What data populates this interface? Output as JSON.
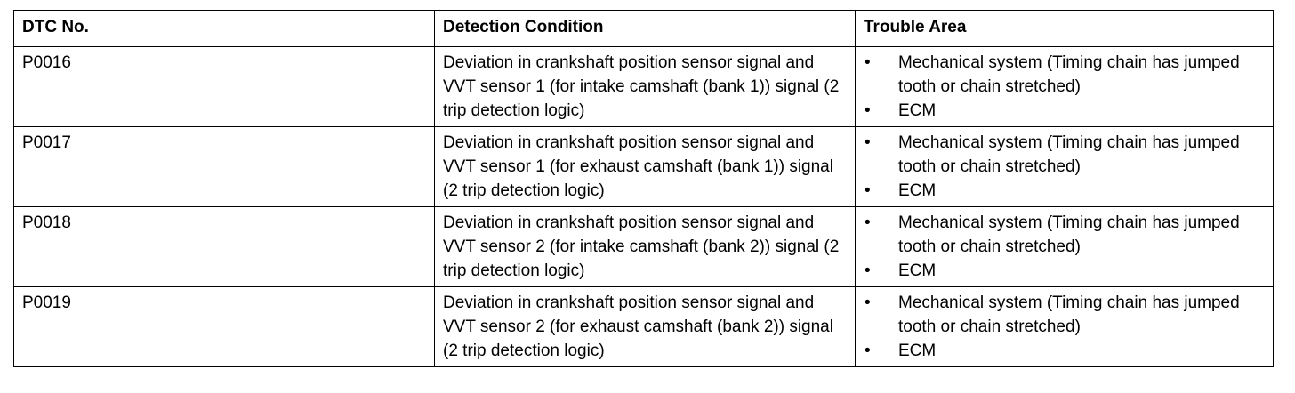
{
  "table": {
    "headers": {
      "dtc": "DTC No.",
      "condition": "Detection Condition",
      "area": "Trouble Area"
    },
    "bullet": "•",
    "rows": [
      {
        "dtc": "P0016",
        "condition": "Deviation in crankshaft position sensor signal and VVT sensor 1 (for intake camshaft (bank 1)) signal (2 trip detection logic)",
        "areas": [
          "Mechanical system (Timing chain has jumped tooth or chain stretched)",
          "ECM"
        ]
      },
      {
        "dtc": "P0017",
        "condition": "Deviation in crankshaft position sensor signal and VVT sensor 1 (for exhaust camshaft (bank 1)) signal (2 trip detection logic)",
        "areas": [
          "Mechanical system (Timing chain has jumped tooth or chain stretched)",
          "ECM"
        ]
      },
      {
        "dtc": "P0018",
        "condition": "Deviation in crankshaft position sensor signal and VVT sensor 2 (for intake camshaft (bank 2)) signal (2 trip detection logic)",
        "areas": [
          "Mechanical system (Timing chain has jumped tooth or chain stretched)",
          "ECM"
        ]
      },
      {
        "dtc": "P0019",
        "condition": "Deviation in crankshaft position sensor signal and VVT sensor 2 (for exhaust camshaft (bank 2)) signal (2 trip detection logic)",
        "areas": [
          "Mechanical system (Timing chain has jumped tooth or chain stretched)",
          "ECM"
        ]
      }
    ]
  }
}
